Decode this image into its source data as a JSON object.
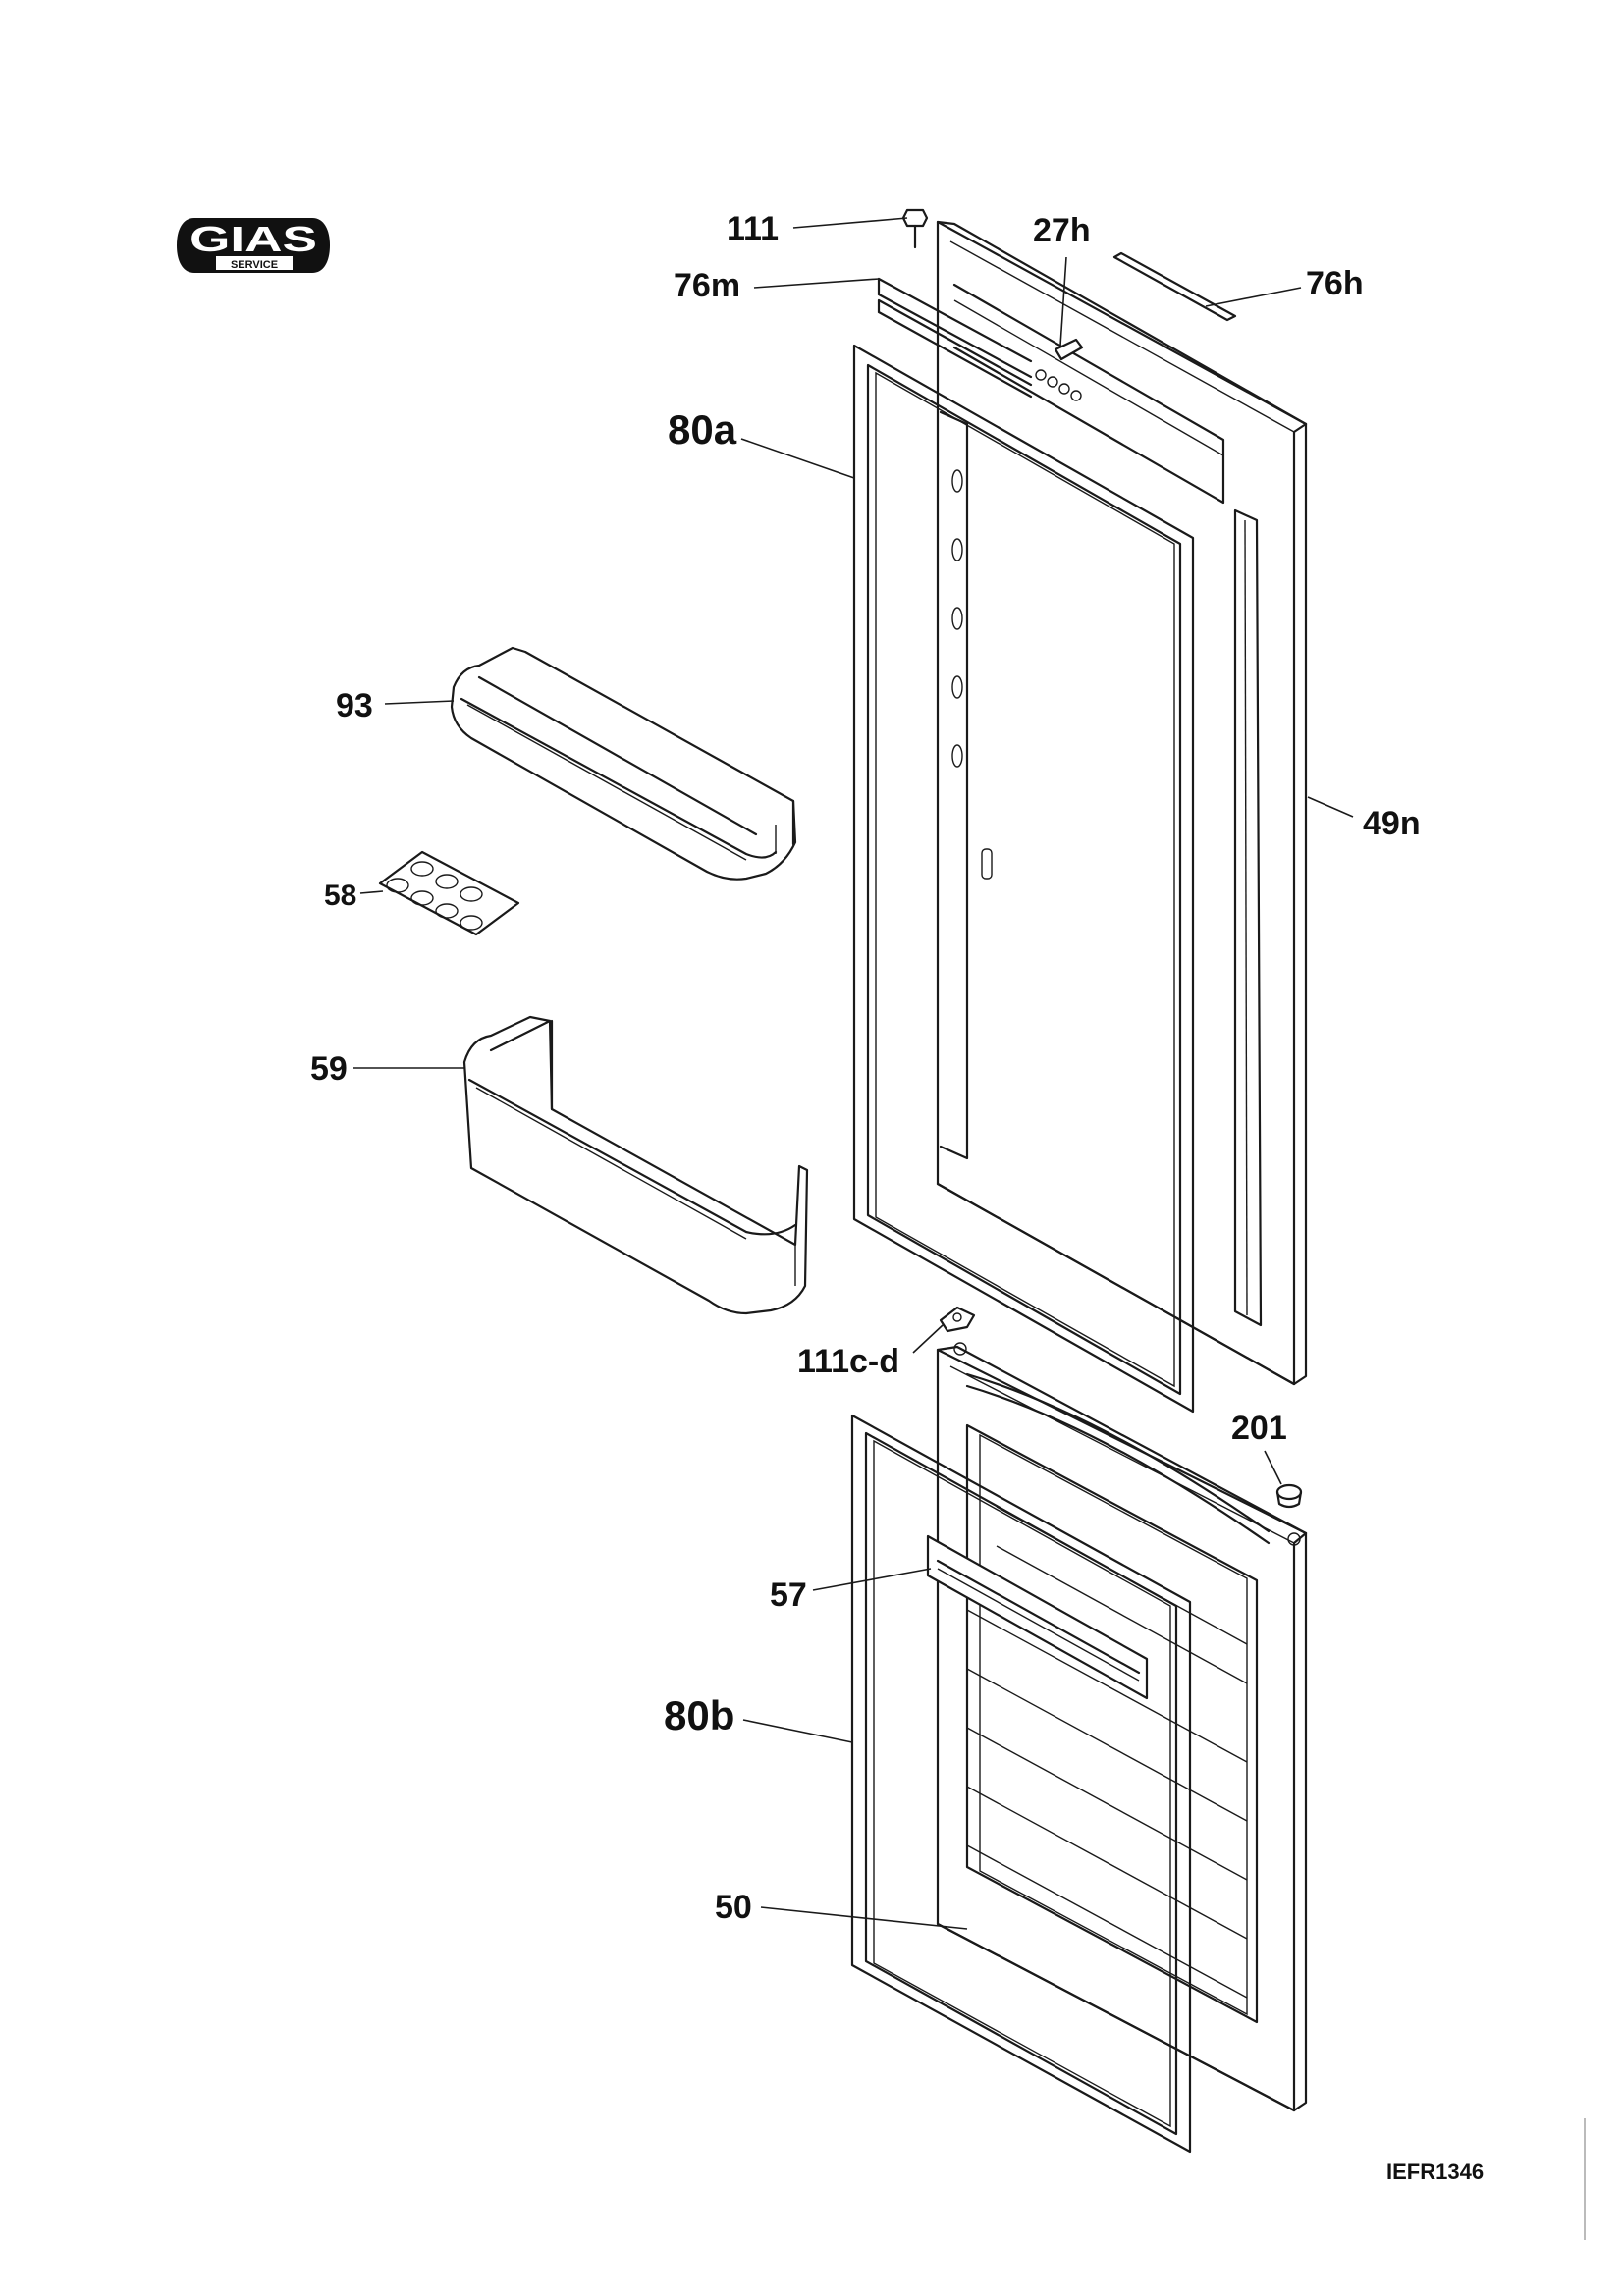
{
  "logo": {
    "brand": "GIAS",
    "sub": "SERVICE"
  },
  "doc_code": "IEFR1346",
  "parts": {
    "p111": "111",
    "p27h": "27h",
    "p76m": "76m",
    "p76h": "76h",
    "p80a": "80a",
    "p93": "93",
    "p49n": "49n",
    "p58": "58",
    "p59": "59",
    "p111cd": "111c-d",
    "p201": "201",
    "p57": "57",
    "p80b": "80b",
    "p50": "50"
  }
}
